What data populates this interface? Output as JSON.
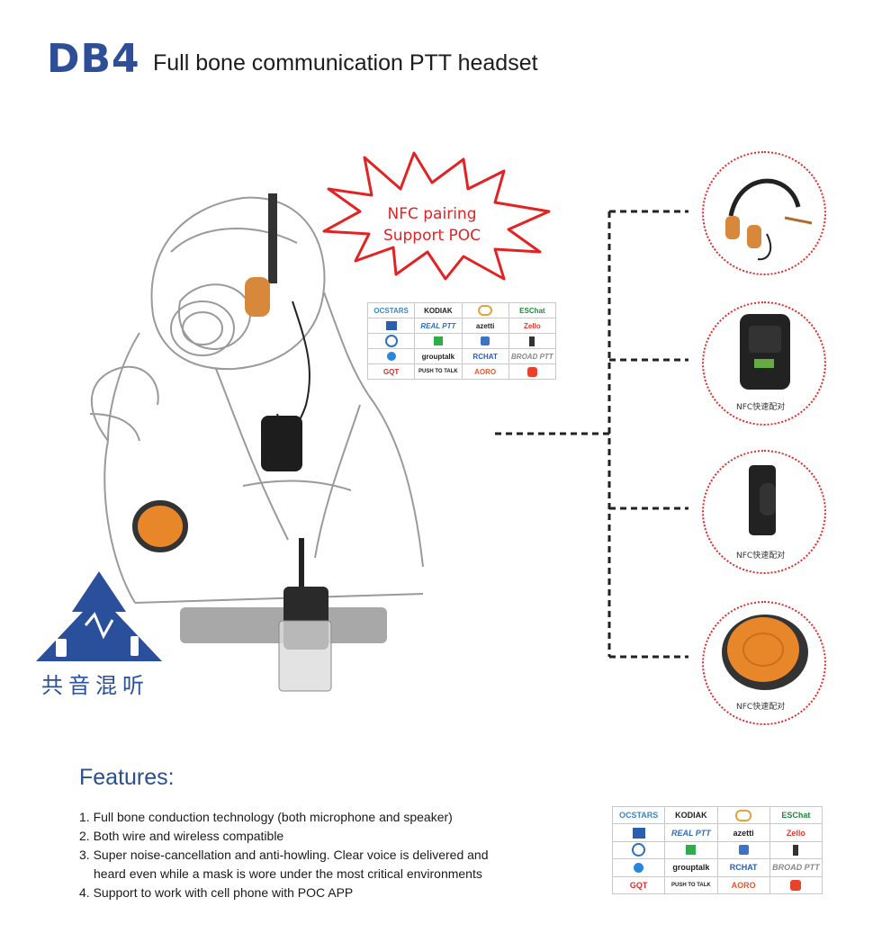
{
  "header": {
    "model": "DB4",
    "subtitle": "Full bone communication PTT headset"
  },
  "callout": {
    "line1": "NFC pairing",
    "line2": "Support POC"
  },
  "logos": [
    [
      "OCSTARS",
      "KODIAK",
      "",
      "ESChat"
    ],
    [
      "",
      "REAL PTT",
      "azetti",
      "Zello"
    ],
    [
      "",
      "",
      "",
      ""
    ],
    [
      "",
      "grouptalk",
      "RCHAT",
      "BROAD PTT"
    ],
    [
      "GQT",
      "PUSH TO TALK",
      "AORO",
      ""
    ]
  ],
  "logo_colors": {
    "ocstars": "#3a86c8",
    "kodiak": "#222222",
    "eschat": "#1d8a3a",
    "zello": "#e8372f",
    "gqt": "#e22b2b",
    "aoro": "#e8562a",
    "rchat": "#2a5fb0",
    "grouptalk": "#444444",
    "azetti": "#1a1a1a"
  },
  "emblem": {
    "text": "共音混听"
  },
  "accessories": [
    {
      "name": "neckband-headset",
      "label": ""
    },
    {
      "name": "remote-speaker-mic",
      "label": "NFC快速配对"
    },
    {
      "name": "wireless-adapter",
      "label": "NFC快速配对"
    },
    {
      "name": "ptt-button",
      "label": "NFC快速配对"
    }
  ],
  "features": {
    "title": "Features:",
    "items": [
      "1. Full bone conduction technology (both microphone and speaker)",
      "2. Both wire and wireless compatible",
      "3. Super noise-cancellation and anti-howling. Clear voice is delivered and",
      "heard even while a mask is wore under the most critical environments",
      "4. Support to work with cell phone with POC APP"
    ]
  },
  "colors": {
    "brand_blue": "#2e4f98",
    "accent_red": "#e32224",
    "orange": "#e8862a"
  }
}
